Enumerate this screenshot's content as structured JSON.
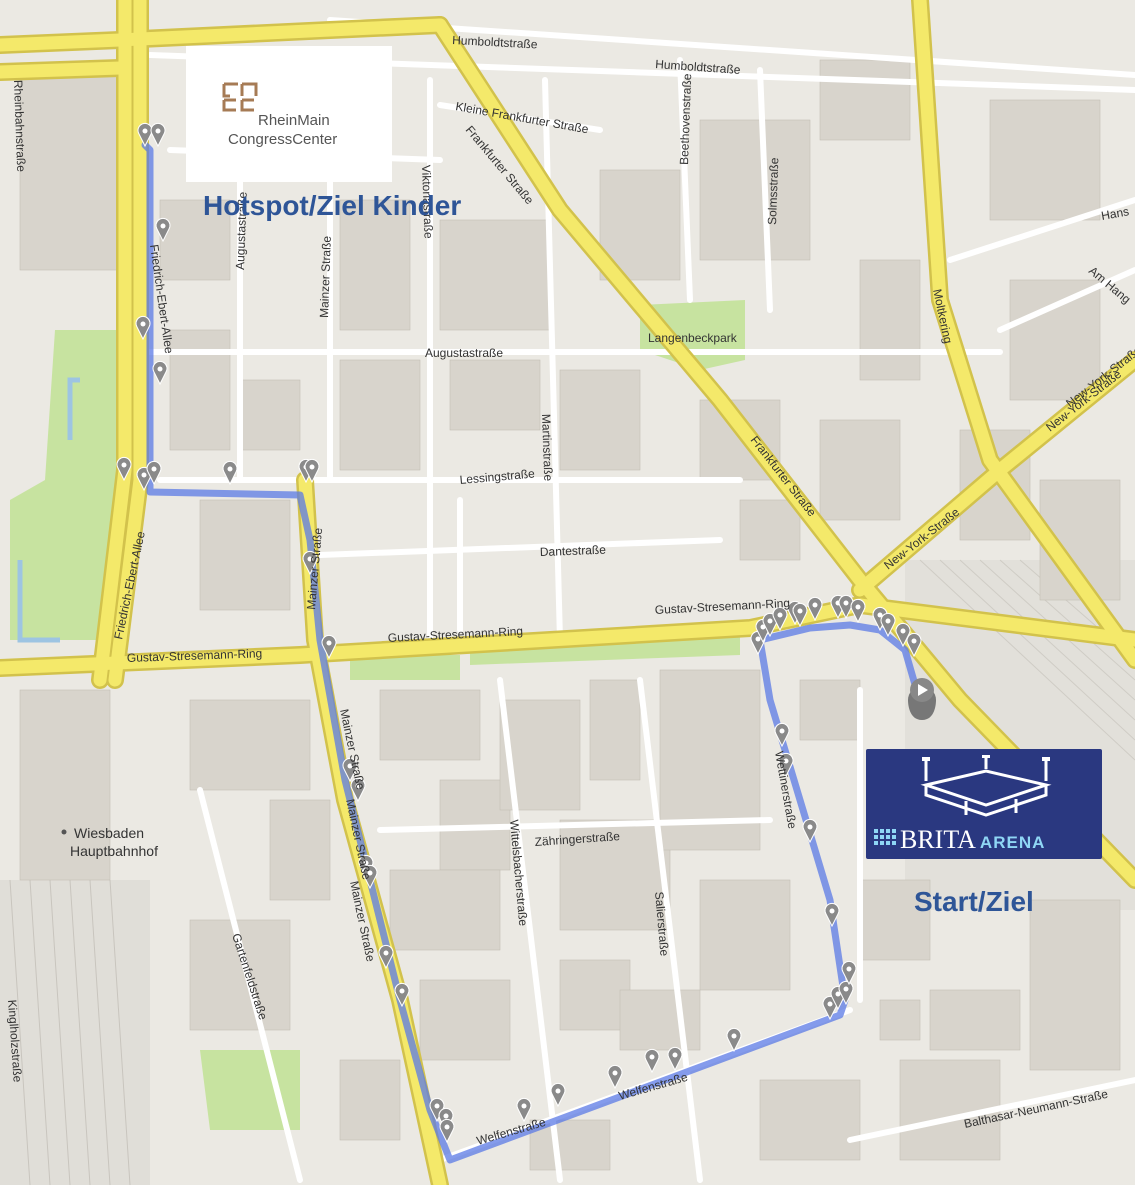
{
  "map": {
    "streets": [
      {
        "name": "Humboldtstraße",
        "label": "Humboldtstraße"
      },
      {
        "name": "Humboldtstraße-2",
        "label": "Humboldtstraße"
      },
      {
        "name": "Kleine-Frankfurter-Strasse",
        "label": "Kleine Frankfurter Straße"
      },
      {
        "name": "Frankfurter-Strasse",
        "label": "Frankfurter Straße"
      },
      {
        "name": "Frankfurter-Strasse-2",
        "label": "Frankfurter Straße"
      },
      {
        "name": "Beethovenstrasse",
        "label": "Beethovenstraße"
      },
      {
        "name": "Solmsstrasse",
        "label": "Solmsstraße"
      },
      {
        "name": "Rheinbahnstrasse",
        "label": "Rheinbahnstraße"
      },
      {
        "name": "Friedrich-Ebert-Allee",
        "label": "Friedrich-Ebert-Allee"
      },
      {
        "name": "Friedrich-Ebert-Allee-2",
        "label": "Friedrich-Ebert-Allee"
      },
      {
        "name": "Augustastrasse",
        "label": "Augustastraße"
      },
      {
        "name": "Augustastrasse-2",
        "label": "Augustastraße"
      },
      {
        "name": "Viktoriastrasse",
        "label": "Viktoriastraße"
      },
      {
        "name": "Mainzer-Strasse",
        "label": "Mainzer Straße"
      },
      {
        "name": "Mainzer-Strasse-2",
        "label": "Mainzer Straße"
      },
      {
        "name": "Mainzer-Strasse-3",
        "label": "Mainzer Straße"
      },
      {
        "name": "Mainzer-Strasse-4",
        "label": "Mainzer Straße"
      },
      {
        "name": "Mainzer-Strasse-5",
        "label": "Mainzer Straße"
      },
      {
        "name": "Lessingstrasse",
        "label": "Lessingstraße"
      },
      {
        "name": "Martinstrasse",
        "label": "Martinstraße"
      },
      {
        "name": "Dantestrasse",
        "label": "Dantestraße"
      },
      {
        "name": "Gustav-Stresemann-Ring",
        "label": "Gustav-Stresemann-Ring"
      },
      {
        "name": "Gustav-Stresemann-Ring-2",
        "label": "Gustav-Stresemann-Ring"
      },
      {
        "name": "Gustav-Stresemann-Ring-3",
        "label": "Gustav-Stresemann-Ring"
      },
      {
        "name": "Moltkering",
        "label": "Moltkering"
      },
      {
        "name": "New-York-Strasse",
        "label": "New-York-Straße"
      },
      {
        "name": "New-York-Strasse-2",
        "label": "New-York-Straße"
      },
      {
        "name": "New-York-Strasse-3",
        "label": "New-York-Straße"
      },
      {
        "name": "Am-Hang",
        "label": "Am Hang"
      },
      {
        "name": "Hans",
        "label": "Hans"
      },
      {
        "name": "Zaehringerstrasse",
        "label": "Zähringerstraße"
      },
      {
        "name": "Wittelsbacherstrasse",
        "label": "Wittelsbacherstraße"
      },
      {
        "name": "Salierstrasse",
        "label": "Salierstraße"
      },
      {
        "name": "Welfenstrasse",
        "label": "Welfenstraße"
      },
      {
        "name": "Welfenstrasse-2",
        "label": "Welfenstraße"
      },
      {
        "name": "Wettinerstrasse",
        "label": "Wettinerstraße"
      },
      {
        "name": "Balthasar-Neumann-Strasse",
        "label": "Balthasar-Neumann-Straße"
      },
      {
        "name": "Gartenfeldstrasse",
        "label": "Gartenfeldstraße"
      },
      {
        "name": "Kinglholzstrasse",
        "label": "Kinglholzstraße"
      }
    ],
    "places": {
      "langenbeckpark": "Langenbeckpark",
      "hbf_line1": "Wiesbaden",
      "hbf_line2": "Hauptbahnhof"
    },
    "colors": {
      "background": "#ebe9e3",
      "building": "#d8d4cc",
      "major_road": "#f4e96a",
      "road_casing": "#d2c24c",
      "park": "#c7e3a0",
      "water": "#9dc4e2",
      "route": "#5b79e6",
      "marker": "#8a8a8a"
    }
  },
  "overlays": {
    "rmcc": {
      "line1": "RheinMain",
      "line2": "CongressCenter",
      "color": "#a67b55"
    },
    "hotspot_label": "Hotspot/Ziel Kinder",
    "start_label": "Start/Ziel",
    "brita": {
      "name": "BRITA",
      "arena": "ARENA",
      "bg": "#2a3880",
      "accent": "#8fd6f5"
    }
  }
}
